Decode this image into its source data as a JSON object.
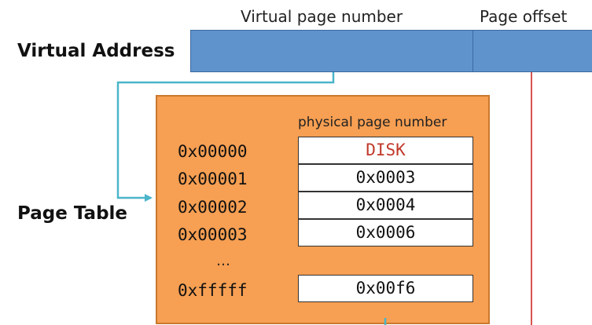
{
  "header": {
    "vpn_label": "Virtual page number",
    "offset_label": "Page offset"
  },
  "labels": {
    "virtual_address": "Virtual Address",
    "page_table": "Page Table"
  },
  "page_table": {
    "column_header": "physical page number",
    "ellipsis": "…",
    "rows": [
      {
        "vpn": "0x00000",
        "ppn": "DISK"
      },
      {
        "vpn": "0x00001",
        "ppn": "0x0003"
      },
      {
        "vpn": "0x00002",
        "ppn": "0x0004"
      },
      {
        "vpn": "0x00003",
        "ppn": "0x0006"
      },
      {
        "vpn": "0xfffff",
        "ppn": "0x00f6"
      }
    ]
  },
  "colors": {
    "address_bar": "#5f93cc",
    "page_table_fill": "#f79f52",
    "vpn_arrow": "#4bb5c9",
    "offset_line": "#d9534f",
    "disk_text": "#c0392b"
  }
}
